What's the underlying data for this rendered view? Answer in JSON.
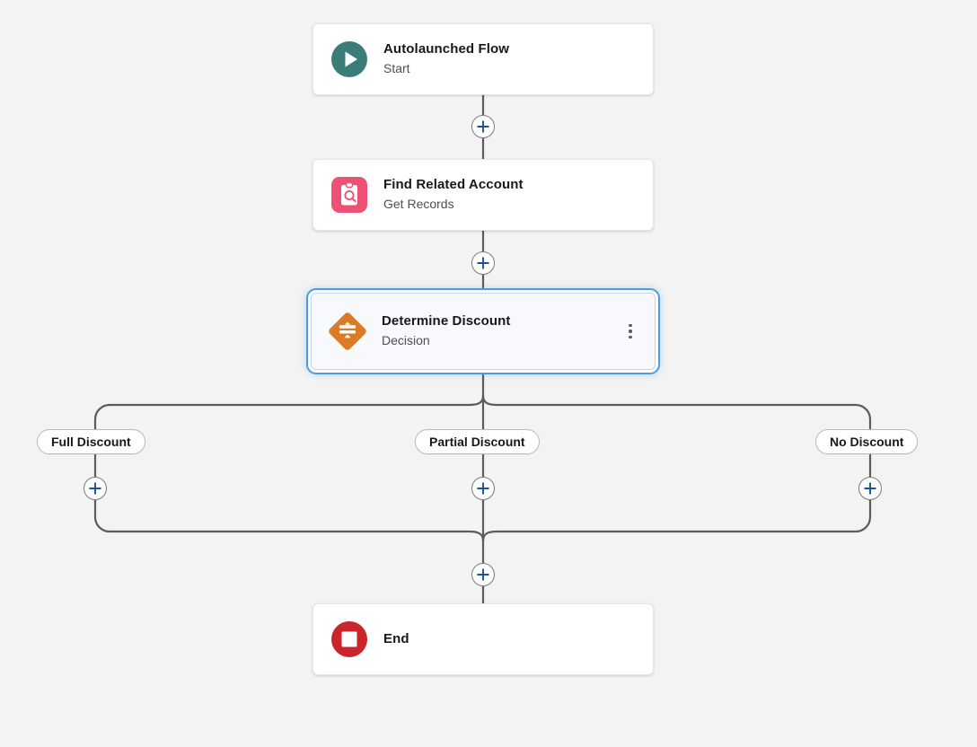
{
  "canvas": {
    "background_color": "#f3f3f3",
    "connector_color": "#5b5b5b",
    "accent_blue": "#1b5297",
    "selection_ring_color": "#4a9ee0"
  },
  "nodes": {
    "start": {
      "title": "Autolaunched Flow",
      "subtitle": "Start",
      "icon": "play-icon",
      "icon_color": "#3a7d78"
    },
    "get_records": {
      "title": "Find Related Account",
      "subtitle": "Get Records",
      "icon": "clipboard-search-icon",
      "icon_color": "#ed5274"
    },
    "decision": {
      "title": "Determine Discount",
      "subtitle": "Decision",
      "icon": "decision-diamond-icon",
      "icon_color": "#dd7a26",
      "selected": true,
      "menu_label": "More options"
    },
    "end": {
      "title": "End",
      "subtitle": "",
      "icon": "stop-icon",
      "icon_color": "#c9262b"
    }
  },
  "branches": [
    {
      "label": "Full Discount",
      "add_label": "Add Element"
    },
    {
      "label": "Partial Discount",
      "add_label": "Add Element"
    },
    {
      "label": "No Discount",
      "add_label": "Add Element"
    }
  ],
  "connectors": [
    {
      "id": "start-to-get",
      "add_label": "Add Element"
    },
    {
      "id": "get-to-decision",
      "add_label": "Add Element"
    },
    {
      "id": "merge-to-end",
      "add_label": "Add Element"
    }
  ]
}
